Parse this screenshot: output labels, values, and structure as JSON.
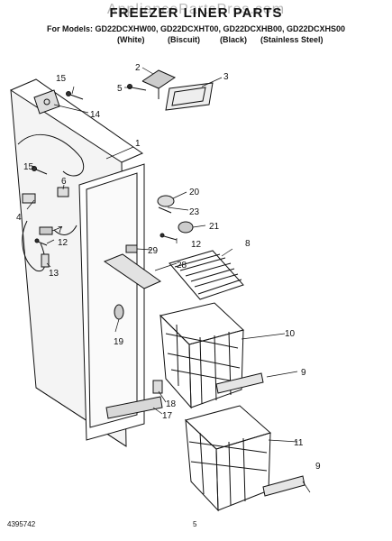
{
  "watermark": "AppliancePartsPros.com",
  "title": "FREEZER LINER PARTS",
  "models_line": "For Models: GD22DCXHW00, GD22DCXHT00, GD22DCXHB00, GD22DCXHS00",
  "colors": [
    "(White)",
    "(Biscuit)",
    "(Black)",
    "(Stainless Steel)"
  ],
  "part_labels": [
    "1",
    "2",
    "3",
    "4",
    "5",
    "6",
    "7",
    "8",
    "9",
    "9",
    "10",
    "11",
    "12",
    "12",
    "13",
    "14",
    "15",
    "15",
    "17",
    "18",
    "19",
    "20",
    "21",
    "23",
    "28",
    "29"
  ],
  "footer": {
    "doc_number": "4395742",
    "page": "5"
  }
}
